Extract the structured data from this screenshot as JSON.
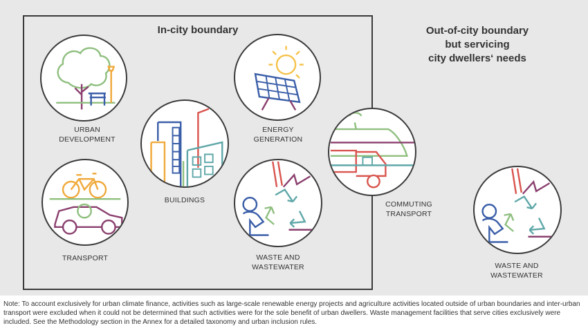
{
  "titles": {
    "in_city": "In-city boundary",
    "out_city_line1": "Out-of-city boundary",
    "out_city_line2": "but servicing",
    "out_city_line3": "city dwellers‘ needs"
  },
  "sectors": {
    "urban_development": {
      "line1": "URBAN",
      "line2": "DEVELOPMENT"
    },
    "energy_generation": {
      "line1": "ENERGY",
      "line2": "GENERATION"
    },
    "buildings": {
      "line1": "BUILDINGS"
    },
    "transport": {
      "line1": "TRANSPORT"
    },
    "waste_in": {
      "line1": "WASTE AND",
      "line2": "WASTEWATER"
    },
    "commuting": {
      "line1": "COMMUTING",
      "line2": "TRANSPORT"
    },
    "waste_out": {
      "line1": "WASTE AND",
      "line2": "WASTEWATER"
    }
  },
  "note": "Note: To account exclusively for urban climate finance, activities such as large-scale renewable energy projects and agriculture activities located outside of urban boundaries and inter-urban transport were excluded when it could not be determined that such activities were for the sole benefit of urban dwellers. Waste management facilities that serve cities exclusively were included. See the Methodology section in the Annex for a detailed taxonomy and urban inclusion rules.",
  "colors": {
    "outline": "#3a3a3a",
    "green": "#8fbf7f",
    "red": "#d9554f",
    "blue": "#3a5ea8",
    "orange": "#f0a93a",
    "purple": "#8a3f6e",
    "teal": "#5fa7a8",
    "yellow": "#f5c24a",
    "background": "#e8e8e8"
  },
  "icons": [
    "tree-icon",
    "solar-panel-icon",
    "buildings-icon",
    "bicycle-car-icon",
    "recycling-icon",
    "train-truck-icon",
    "recycling-icon"
  ]
}
